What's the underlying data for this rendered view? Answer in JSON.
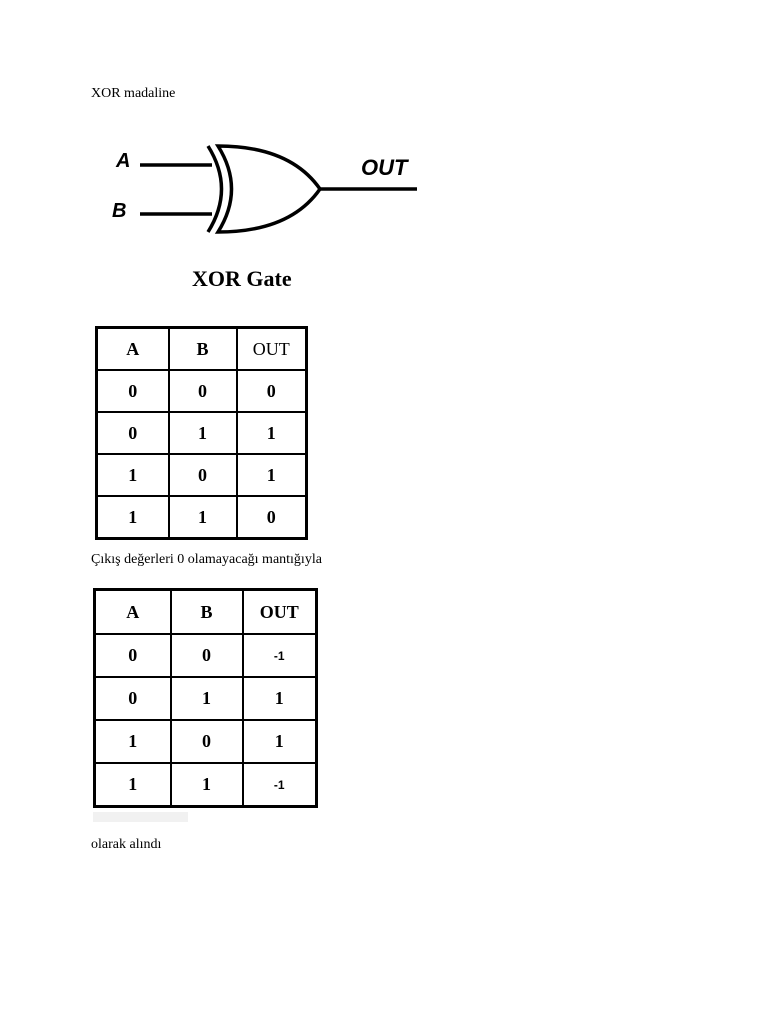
{
  "paragraphs": {
    "heading": "XOR madaline",
    "middle": "Çıkış değerleri 0 olamayacağı mantığıyla",
    "end": "olarak alındı"
  },
  "gate_diagram": {
    "input_a": "A",
    "input_b": "B",
    "output": "OUT",
    "caption": "XOR Gate"
  },
  "table1": {
    "headers": [
      "A",
      "B",
      "OUT"
    ],
    "rows": [
      [
        "0",
        "0",
        "0"
      ],
      [
        "0",
        "1",
        "1"
      ],
      [
        "1",
        "0",
        "1"
      ],
      [
        "1",
        "1",
        "0"
      ]
    ]
  },
  "table2": {
    "headers": [
      "A",
      "B",
      "OUT"
    ],
    "rows": [
      [
        "0",
        "0",
        "-1"
      ],
      [
        "0",
        "1",
        "1"
      ],
      [
        "1",
        "0",
        "1"
      ],
      [
        "1",
        "1",
        "-1"
      ]
    ]
  }
}
